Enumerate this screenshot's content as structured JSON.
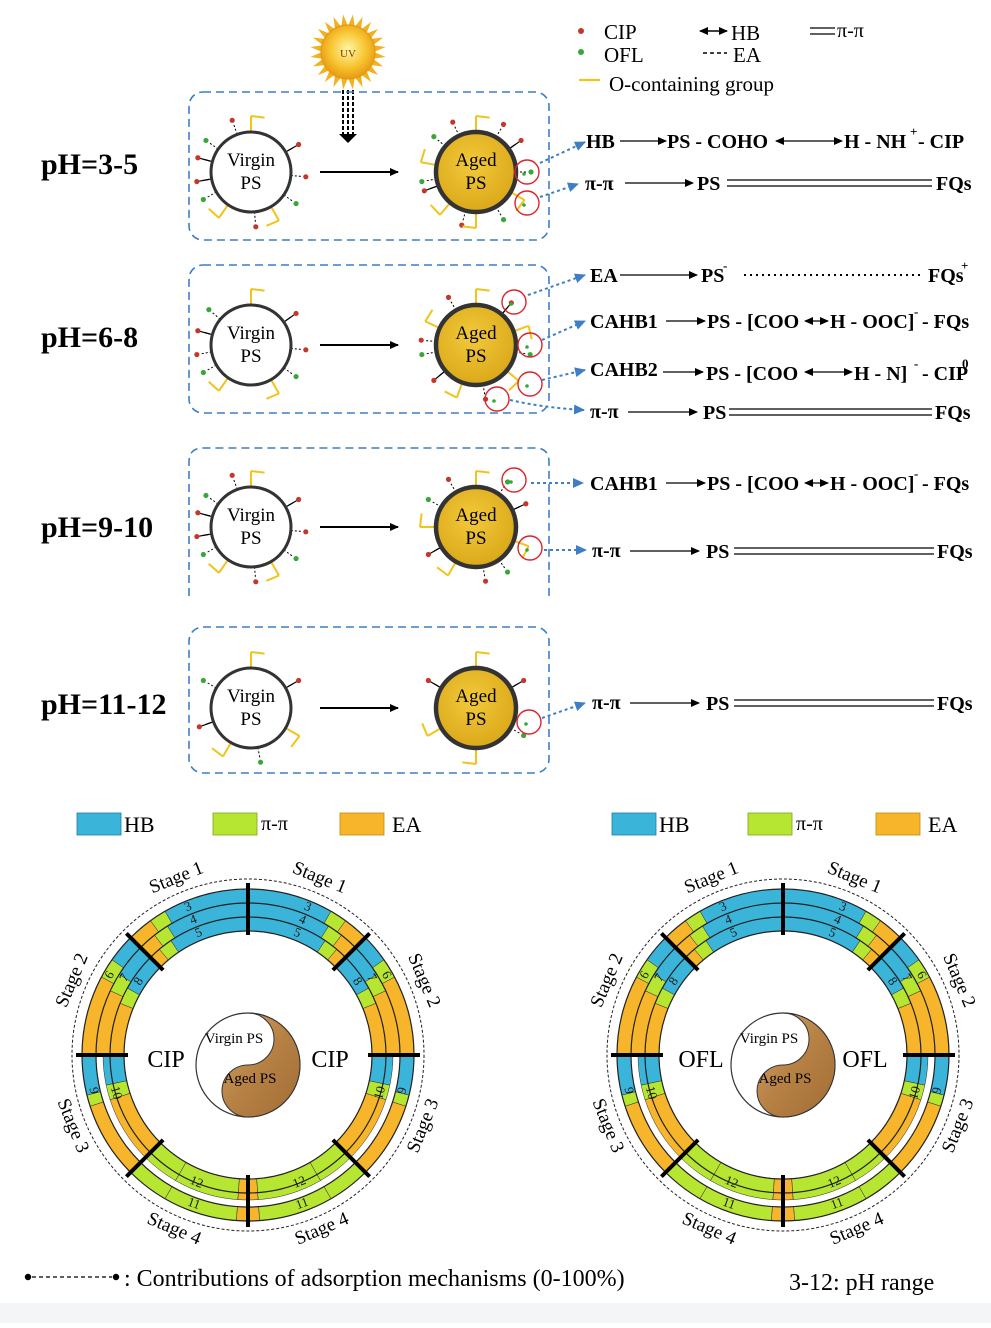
{
  "legend": {
    "cip": "CIP",
    "ofl": "OFL",
    "hb": "HB",
    "ea": "EA",
    "pipi": "π-π",
    "o_group": "O-containing group"
  },
  "uv_label": "UV",
  "particle": {
    "virgin_line1": "Virgin",
    "virgin_line2": "PS",
    "aged_line1": "Aged",
    "aged_line2": "PS"
  },
  "ph_ranges": [
    {
      "label": "pH=3-5"
    },
    {
      "label": "pH=6-8"
    },
    {
      "label": "pH=9-10"
    },
    {
      "label": "pH=11-12"
    }
  ],
  "mechanisms": {
    "p1": [
      {
        "name": "HB",
        "left": "PS - COHO",
        "right": "H - NH",
        "sup": "+",
        "tail": " - CIP"
      },
      {
        "name": "π-π",
        "left": "PS",
        "right": "FQs"
      }
    ],
    "p2": [
      {
        "name": "EA",
        "left": "PS",
        "left_sup": "-",
        "right": "FQs",
        "right_sup": "+"
      },
      {
        "name": "CAHB1",
        "left": "PS - [COO",
        "right": "H - OOC]",
        "sup": "-",
        "tail": " - FQs"
      },
      {
        "name": "CAHB2",
        "left": "PS - [COO",
        "right": "H - N]",
        "sup": "-",
        "tail": " - CIP",
        "tail_sup": "0"
      },
      {
        "name": "π-π",
        "left": "PS",
        "right": "FQs"
      }
    ],
    "p3": [
      {
        "name": "CAHB1",
        "left": "PS - [COO",
        "right": "H - OOC]",
        "sup": "-",
        "tail": " - FQs"
      },
      {
        "name": "π-π",
        "left": "PS",
        "right": "FQs"
      }
    ],
    "p4": [
      {
        "name": "π-π",
        "left": "PS",
        "right": "FQs"
      }
    ]
  },
  "bottom_legend": {
    "hb": "HB",
    "pipi": "π-π",
    "ea": "EA"
  },
  "ring_charts": [
    {
      "center": "CIP",
      "stages": [
        "Stage 1",
        "Stage 2",
        "Stage 3",
        "Stage 4"
      ],
      "ph_numbers": [
        "3",
        "4",
        "5",
        "6",
        "7",
        "8",
        "9",
        "10",
        "11",
        "12"
      ],
      "yin": "Virgin PS",
      "yang": "Aged PS"
    },
    {
      "center": "OFL",
      "stages": [
        "Stage 1",
        "Stage 2",
        "Stage 3",
        "Stage 4"
      ],
      "ph_numbers": [
        "3",
        "4",
        "5",
        "6",
        "7",
        "8",
        "9",
        "10",
        "11",
        "12"
      ],
      "yin": "Virgin PS",
      "yang": "Aged PS"
    }
  ],
  "footer": {
    "contrib": ": Contributions of adsorption mechanisms (0-100%)",
    "range": "3-12: pH range"
  },
  "colors": {
    "hb": "#3bb4d9",
    "pipi": "#b6e632",
    "ea": "#f7b52b",
    "aged": "#e8b923",
    "o_group": "#f0c419",
    "cip_dot": "#c0392b",
    "ofl_dot": "#3aa63a",
    "arrow_blue": "#3d7fc4",
    "red_circle": "#d9262c"
  }
}
